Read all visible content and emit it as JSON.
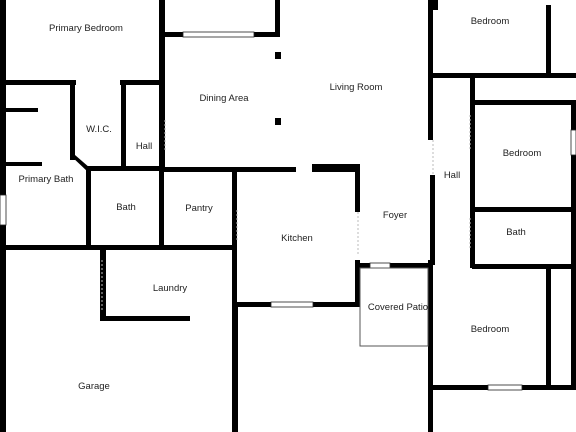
{
  "rooms": {
    "primary_bedroom": "Primary Bedroom",
    "bedroom_top_right": "Bedroom",
    "wic": "W.I.C.",
    "dining_area": "Dining Area",
    "living_room": "Living Room",
    "hall_left": "Hall",
    "hall_right": "Hall",
    "bedroom_mid_right": "Bedroom",
    "primary_bath": "Primary Bath",
    "bath_left": "Bath",
    "pantry": "Pantry",
    "foyer": "Foyer",
    "kitchen": "Kitchen",
    "bath_right": "Bath",
    "laundry": "Laundry",
    "covered_patio": "Covered Patio",
    "bedroom_bottom_right": "Bedroom",
    "garage": "Garage"
  }
}
